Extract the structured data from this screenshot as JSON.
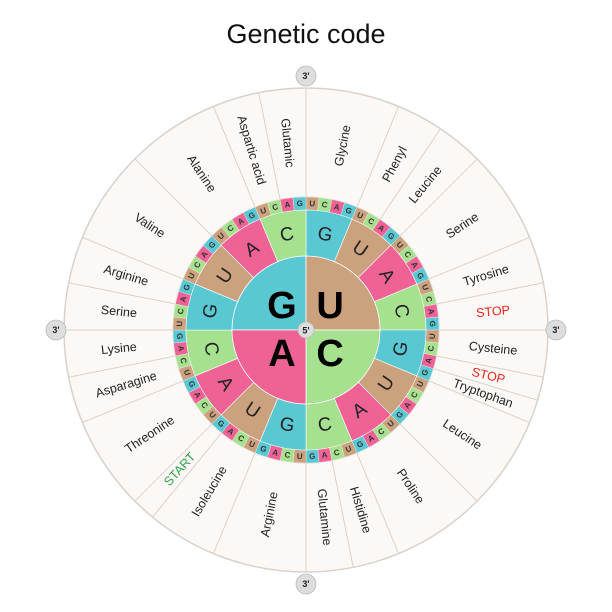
{
  "title": "Genetic code",
  "center_label": "5'",
  "end_label": "3'",
  "colors": {
    "G": "#5ac8d3",
    "U": "#cca27e",
    "A": "#ef6296",
    "C": "#a6e18f",
    "outer_ring": "#fbf8f6",
    "ring_border": "#d9d2cc",
    "stop": "#e8231b",
    "start": "#2fa24a"
  },
  "first_bases": [
    "G",
    "U",
    "C",
    "A"
  ],
  "second_bases": [
    "G",
    "U",
    "A",
    "C"
  ],
  "third_bases": [
    "U",
    "C",
    "A",
    "G"
  ],
  "amino_acids": [
    {
      "label": "Glycine",
      "span": 4
    },
    {
      "label": "Phenyl",
      "span": 2
    },
    {
      "label": "Leucine",
      "span": 2
    },
    {
      "label": "Serine",
      "span": 4
    },
    {
      "label": "Tyrosine",
      "span": 2
    },
    {
      "label": "STOP",
      "span": 2,
      "kind": "stop"
    },
    {
      "label": "Cysteine",
      "span": 2
    },
    {
      "label": "STOP",
      "span": 1,
      "kind": "stop"
    },
    {
      "label": "Tryptophan",
      "span": 1
    },
    {
      "label": "Leucine",
      "span": 4
    },
    {
      "label": "Proline",
      "span": 4
    },
    {
      "label": "Histidine",
      "span": 2
    },
    {
      "label": "Glutamine",
      "span": 2
    },
    {
      "label": "Arginine",
      "span": 4
    },
    {
      "label": "Isoleucine",
      "span": 3
    },
    {
      "label": "START",
      "span": 1,
      "kind": "start"
    },
    {
      "label": "Threonine",
      "span": 4
    },
    {
      "label": "Asparagine",
      "span": 2
    },
    {
      "label": "Lysine",
      "span": 2
    },
    {
      "label": "Serine",
      "span": 2
    },
    {
      "label": "Arginine",
      "span": 2
    },
    {
      "label": "Valine",
      "span": 4
    },
    {
      "label": "Alanine",
      "span": 4
    },
    {
      "label": "Aspartic acid",
      "span": 2
    },
    {
      "label": "Glutamic",
      "span": 2
    }
  ]
}
